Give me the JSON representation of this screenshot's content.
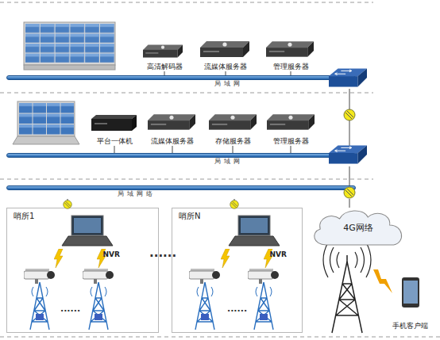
{
  "diagram": {
    "nodes": [
      {
        "text": [
          "高清解码器"
        ]
      },
      {
        "text": [
          "流媒体服务器"
        ]
      },
      {
        "text": [
          "管理服务器"
        ]
      },
      {
        "text": [
          "局域网"
        ]
      },
      {
        "text": [
          "平台一体机"
        ]
      },
      {
        "text": [
          "流媒体服务器"
        ]
      },
      {
        "text": [
          "存储服务器"
        ]
      },
      {
        "text": [
          "管理服务器"
        ]
      },
      {
        "text": [
          "局域网"
        ]
      },
      {
        "text": [
          "局域网络"
        ]
      },
      {
        "text": [
          "哨所1"
        ]
      },
      {
        "text": [
          "NVR"
        ],
        "in": 10
      },
      {
        "text": [
          "哨所N"
        ]
      },
      {
        "text": [
          "NVR"
        ],
        "in": 12
      },
      {
        "text": [
          "4G网络"
        ]
      },
      {
        "text": [
          "手机客户端"
        ]
      }
    ],
    "edges": [
      {
        "from": 0,
        "to": 3,
        "arrow": "none"
      },
      {
        "from": 1,
        "to": 3,
        "arrow": "none"
      },
      {
        "from": 2,
        "to": 3,
        "arrow": "none"
      },
      {
        "from": 4,
        "to": 8,
        "arrow": "none"
      },
      {
        "from": 5,
        "to": 8,
        "arrow": "none"
      },
      {
        "from": 6,
        "to": 8,
        "arrow": "none"
      },
      {
        "from": 7,
        "to": 8,
        "arrow": "none"
      },
      {
        "from": 3,
        "to": 8,
        "arrow": "none"
      },
      {
        "from": 8,
        "to": 9,
        "arrow": "none"
      },
      {
        "from": 10,
        "to": 9,
        "arrow": "none"
      },
      {
        "from": 12,
        "to": 9,
        "arrow": "none"
      },
      {
        "from": 14,
        "to": 9,
        "arrow": "none"
      }
    ],
    "labels": [
      "......",
      "......",
      "......"
    ]
  }
}
